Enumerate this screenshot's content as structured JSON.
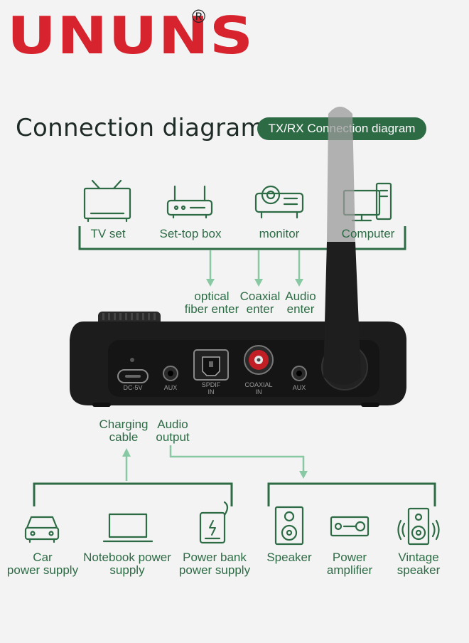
{
  "brand": {
    "logo_text": "UNUNS",
    "registered_mark": "®"
  },
  "header": {
    "title": "Connection diagram",
    "badge": "TX/RX Connection diagram"
  },
  "sources": {
    "items": [
      {
        "icon": "tv-icon",
        "label": "TV set"
      },
      {
        "icon": "set-top-box-icon",
        "label": "Set-top box"
      },
      {
        "icon": "projector-icon",
        "label": "monitor"
      },
      {
        "icon": "computer-icon",
        "label": "Computer"
      }
    ]
  },
  "inputs": {
    "optical": [
      "optical",
      "fiber enter"
    ],
    "coaxial": [
      "Coaxial",
      "enter"
    ],
    "audio": [
      "Audio",
      "enter"
    ]
  },
  "device_ports": {
    "dc": "DC-5V",
    "aux_left": "AUX",
    "spdif": [
      "SPDIF",
      "IN"
    ],
    "coaxial": [
      "COAXIAL",
      "IN"
    ],
    "aux_right": "AUX"
  },
  "outputs_labels": {
    "charging": [
      "Charging",
      "cable"
    ],
    "audio": [
      "Audio",
      "output"
    ]
  },
  "power_sources": {
    "items": [
      {
        "icon": "car-icon",
        "label": [
          "Car",
          "power supply"
        ]
      },
      {
        "icon": "laptop-icon",
        "label": [
          "Notebook power",
          "supply"
        ]
      },
      {
        "icon": "power-bank-icon",
        "label": [
          "Power bank",
          "power supply"
        ]
      }
    ]
  },
  "audio_outputs": {
    "items": [
      {
        "icon": "speaker-icon",
        "label": [
          "Speaker"
        ]
      },
      {
        "icon": "amplifier-icon",
        "label": [
          "Power",
          "amplifier"
        ]
      },
      {
        "icon": "vintage-speaker-icon",
        "label": [
          "Vintage",
          "speaker"
        ]
      }
    ]
  },
  "colors": {
    "brand_red": "#d6232e",
    "accent_green": "#2d6b45",
    "arrow_green": "#88c9a3",
    "device_black": "#1c1c1c",
    "background": "#f3f3f3"
  }
}
